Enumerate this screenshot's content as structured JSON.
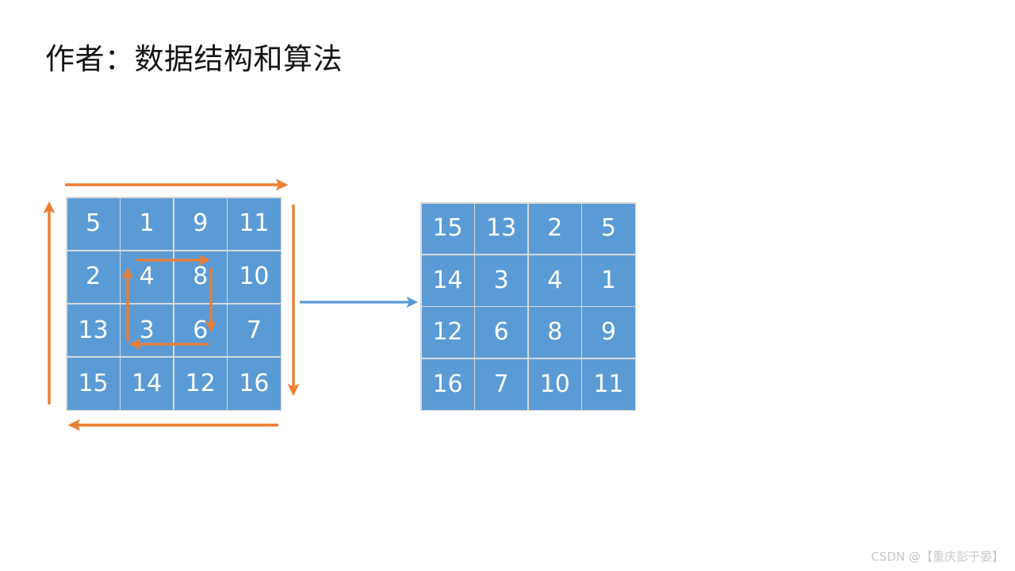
{
  "slide": {
    "title": "作者：数据结构和算法",
    "background_color": "#FFFFFF",
    "watermark": "CSDN @【重庆彭于晏】"
  },
  "palette": {
    "cell_fill": "#5B9BD5",
    "cell_text": "#FFFFFF",
    "grid_line": "#D9D9D9",
    "outer_arrow": "#ED7D31",
    "inner_arrow": "#ED7D31",
    "transform_arrow": "#5B9BD5",
    "title_text": "#141414",
    "watermark_text": "#C8C8C8"
  },
  "matrix_left": {
    "name": "input-matrix",
    "rows": 4,
    "cols": 4,
    "values": [
      [
        "5",
        "1",
        "9",
        "11"
      ],
      [
        "2",
        "4",
        "8",
        "10"
      ],
      [
        "13",
        "3",
        "6",
        "7"
      ],
      [
        "15",
        "14",
        "12",
        "16"
      ]
    ]
  },
  "matrix_right": {
    "name": "output-matrix",
    "rows": 4,
    "cols": 4,
    "values": [
      [
        "15",
        "13",
        "2",
        "5"
      ],
      [
        "14",
        "3",
        "4",
        "1"
      ],
      [
        "12",
        "6",
        "8",
        "9"
      ],
      [
        "16",
        "7",
        "10",
        "11"
      ]
    ]
  },
  "annotations": {
    "outer_ring": {
      "label": "outer-layer-rotation-arrows",
      "direction": "clockwise",
      "arrows": [
        {
          "name": "outer-top-arrow",
          "direction": "right"
        },
        {
          "name": "outer-right-arrow",
          "direction": "down"
        },
        {
          "name": "outer-bottom-arrow",
          "direction": "left"
        },
        {
          "name": "outer-left-arrow",
          "direction": "up"
        }
      ]
    },
    "inner_ring": {
      "label": "inner-layer-rotation-arrows",
      "direction": "clockwise",
      "arrows": [
        {
          "name": "inner-top-arrow",
          "direction": "right"
        },
        {
          "name": "inner-right-arrow",
          "direction": "down"
        },
        {
          "name": "inner-bottom-arrow",
          "direction": "left"
        },
        {
          "name": "inner-left-arrow",
          "direction": "up"
        }
      ]
    },
    "transform_arrow": {
      "name": "transform-arrow",
      "direction": "right"
    }
  }
}
